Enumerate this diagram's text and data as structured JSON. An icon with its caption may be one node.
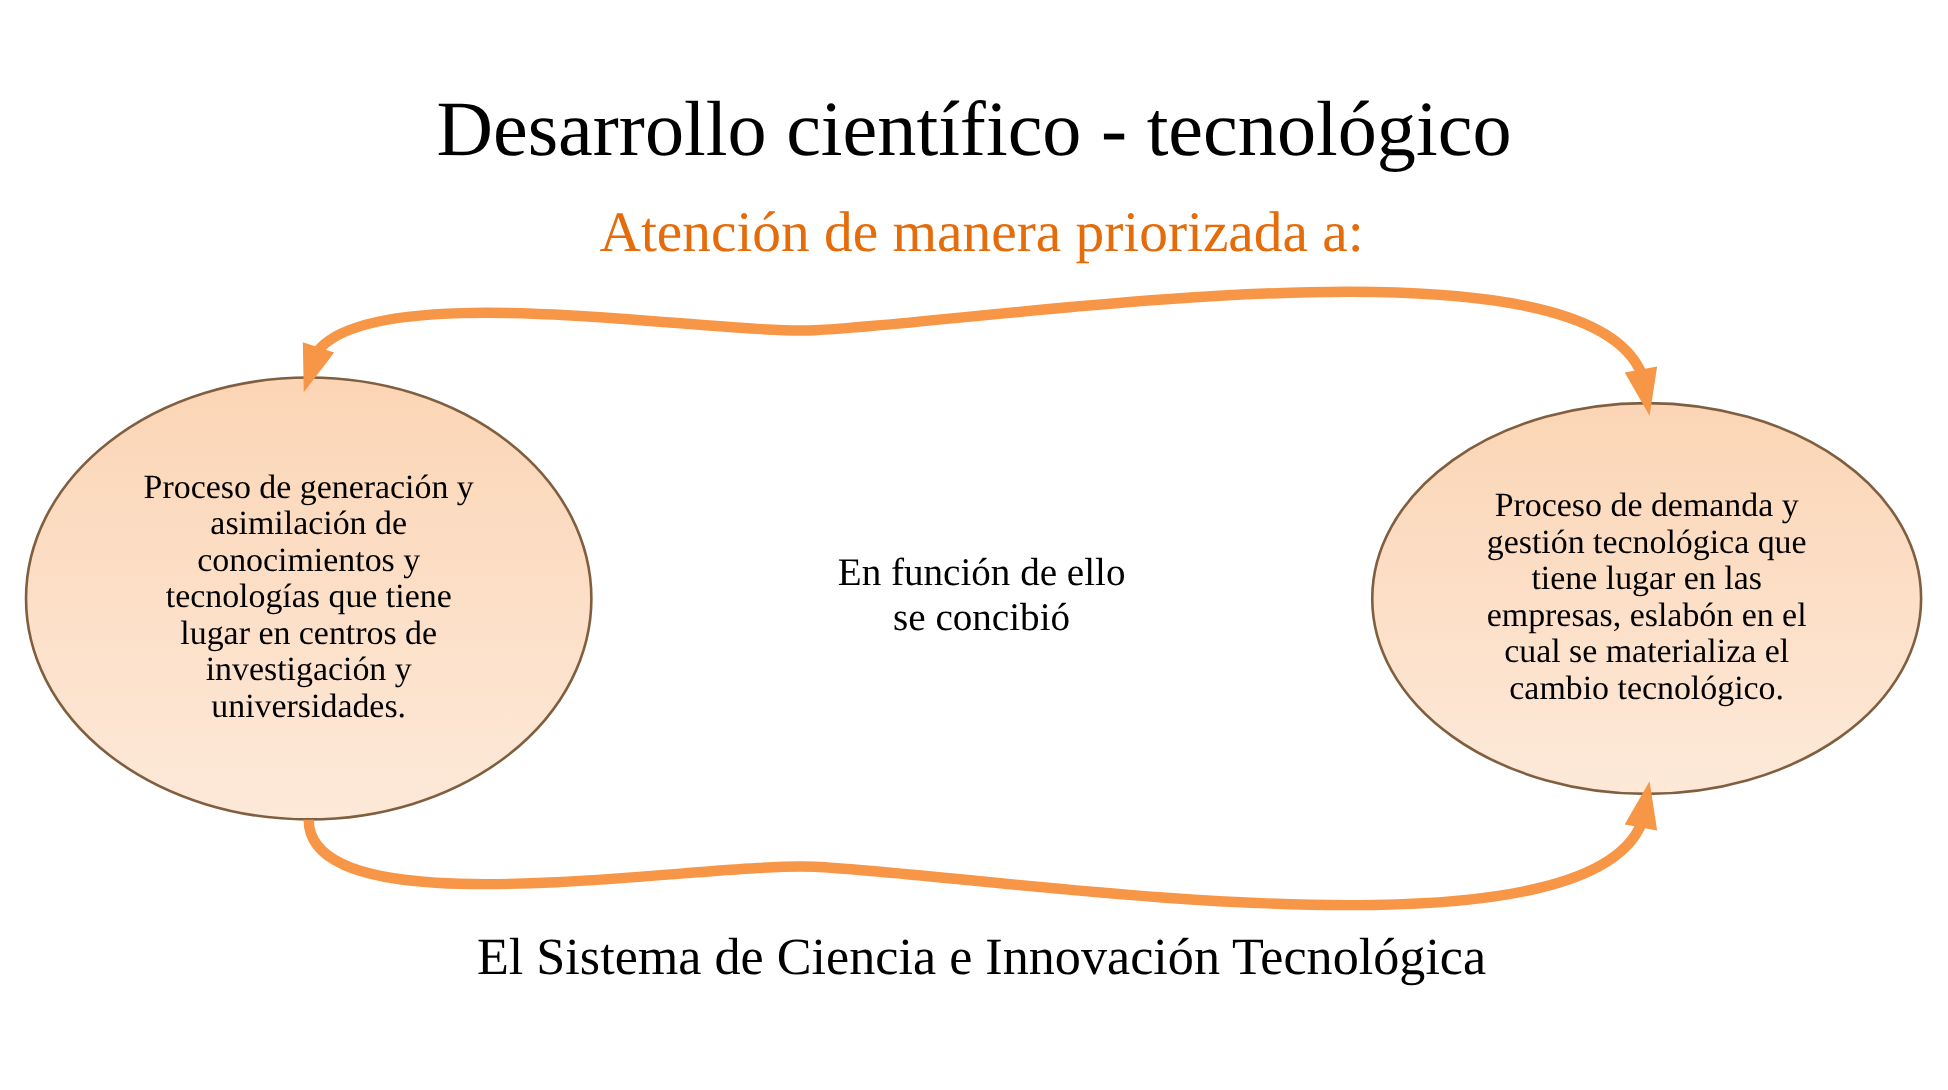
{
  "diagram": {
    "title": "Desarrollo científico - tecnológico",
    "caption": "El Sistema de Ciencia e Innovación Tecnológica",
    "nodes": [
      {
        "text": [
          "Proceso de generación y asimilación de conocimientos y tecnologías que tiene lugar en centros de investigación y universidades."
        ]
      },
      {
        "text": [
          "Proceso de demanda y gestión tecnológica que tiene lugar en las empresas, eslabón en el cual se materializa el cambio tecnológico."
        ]
      }
    ],
    "edges": [
      {
        "from": 0,
        "to": 1,
        "arrow": "both"
      },
      {
        "from": 0,
        "to": 1,
        "arrow": "to"
      }
    ],
    "labels": [
      "Atención de manera priorizada a:",
      "En función de ello se concibió"
    ]
  }
}
